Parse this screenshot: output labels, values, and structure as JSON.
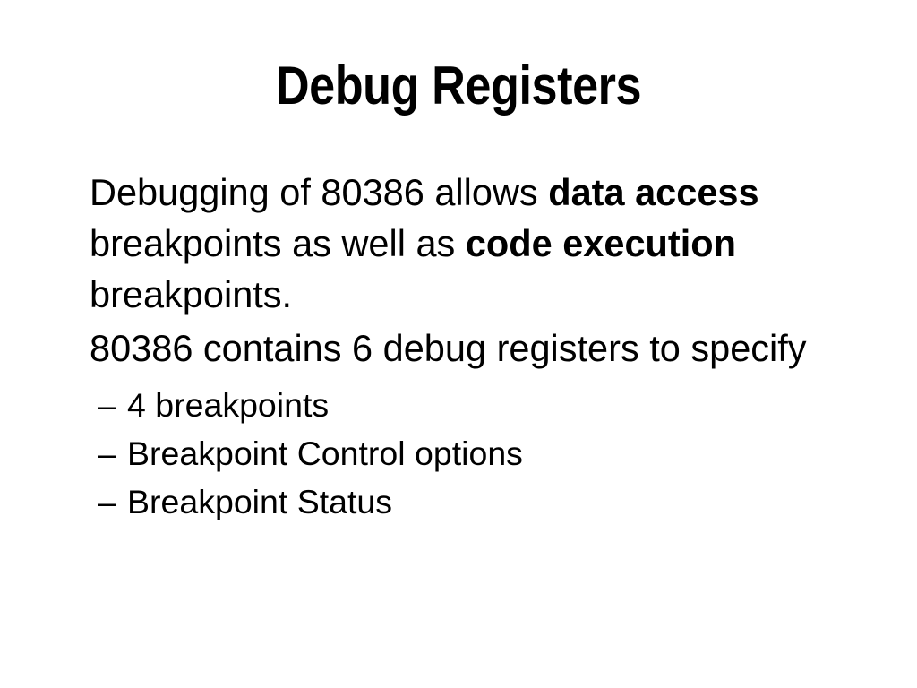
{
  "slide": {
    "title": "Debug Registers",
    "background_color": "#ffffff",
    "text_color": "#000000",
    "bullets": [
      {
        "level": 1,
        "marker": "dot",
        "lines": [
          [
            {
              "t": "Debugging of 80386 allows ",
              "b": false
            },
            {
              "t": "data access",
              "b": true
            }
          ],
          [
            {
              "t": "breakpoints as well as ",
              "b": false
            },
            {
              "t": "code execution",
              "b": true
            }
          ],
          [
            {
              "t": "breakpoints.",
              "b": false
            }
          ]
        ]
      },
      {
        "level": 1,
        "marker": "dot",
        "lines": [
          [
            {
              "t": "80386 contains 6 debug registers to specify",
              "b": false
            }
          ]
        ]
      },
      {
        "level": 2,
        "marker": "–",
        "lines": [
          [
            {
              "t": "4 breakpoints",
              "b": false
            }
          ]
        ]
      },
      {
        "level": 2,
        "marker": "–",
        "lines": [
          [
            {
              "t": "Breakpoint Control options",
              "b": false
            }
          ]
        ]
      },
      {
        "level": 2,
        "marker": "–",
        "lines": [
          [
            {
              "t": "Breakpoint Status",
              "b": false
            }
          ]
        ]
      }
    ]
  }
}
